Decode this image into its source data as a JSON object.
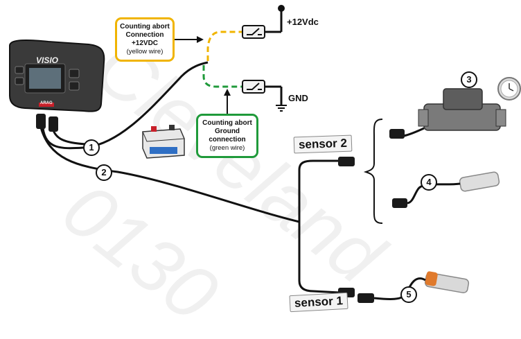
{
  "device": {
    "brand": "VISIO",
    "logo": "ARAG"
  },
  "yellow_callout": {
    "line1": "Counting abort",
    "line2": "Connection",
    "line3": "+12VDC",
    "line4": "(yellow wire)"
  },
  "green_callout": {
    "line1": "Counting abort",
    "line2": "Ground",
    "line3": "connection",
    "line4": "(green wire)"
  },
  "power": {
    "plus": "+12Vdc",
    "gnd": "GND"
  },
  "sensors": {
    "sensor2": "sensor 2",
    "sensor1": "sensor 1"
  },
  "numbers": [
    "1",
    "2",
    "3",
    "4",
    "5"
  ],
  "watermark": {
    "text1": "Cleveland",
    "text2": "0130"
  },
  "colors": {
    "yellow_wire": "#f0b400",
    "green_wire": "#1f9a3a",
    "cable": "#111111"
  }
}
